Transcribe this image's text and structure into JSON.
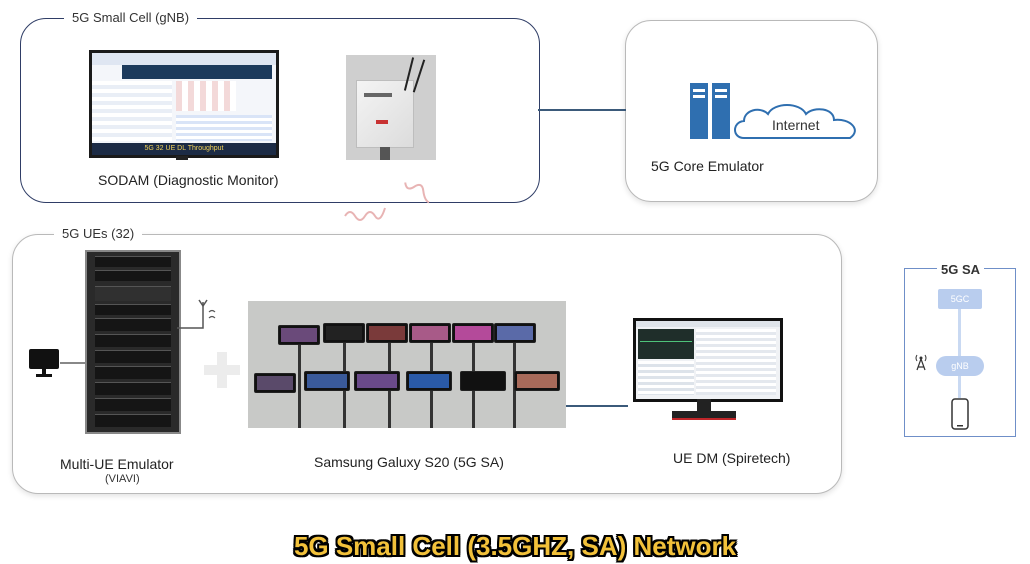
{
  "gnb_section": {
    "title": "5G Small Cell (gNB)",
    "monitor_caption": "SODAM (Diagnostic Monitor)",
    "screen_banner": "5G 32 UE DL Throughput"
  },
  "core_section": {
    "internet_label": "Internet",
    "caption": "5G Core Emulator"
  },
  "ue_section": {
    "title": "5G UEs (32)",
    "multi_ue_caption": "Multi-UE Emulator",
    "multi_ue_vendor": "(VIAVI)",
    "phones_caption": "Samsung Galuxy S20 (5G SA)",
    "dm_caption": "UE DM (Spiretech)"
  },
  "sa_legend": {
    "title": "5G SA",
    "core_node": "5GC",
    "ran_node": "gNB"
  },
  "footer": {
    "title": "5G Small Cell (3.5GHZ, SA) Network"
  },
  "colors": {
    "panel_border": "#2f3d66",
    "server_blue": "#2f6fb0",
    "legend_node": "#b9cdee",
    "footer_text": "#f2c13a"
  }
}
